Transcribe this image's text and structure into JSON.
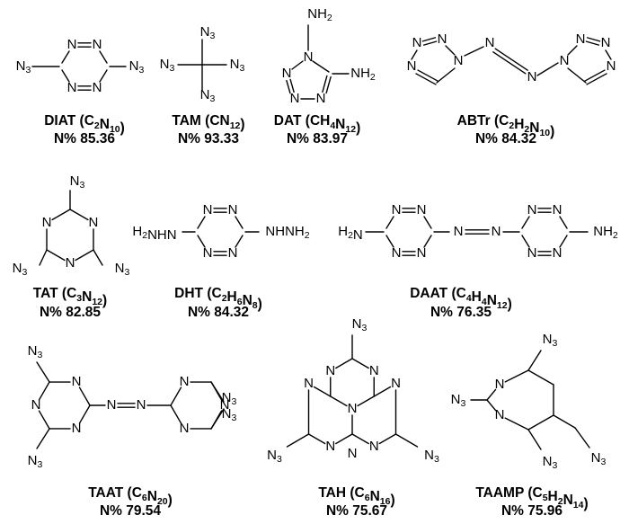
{
  "compounds": [
    {
      "abbr": "DIAT",
      "formula": [
        [
          "C",
          ""
        ],
        [
          "2",
          "s"
        ],
        [
          "N",
          ""
        ],
        [
          "10",
          "s"
        ]
      ],
      "percent": "N% 85.36"
    },
    {
      "abbr": "TAM",
      "formula": [
        [
          "CN",
          ""
        ],
        [
          "12",
          "s"
        ]
      ],
      "percent": "N% 93.33"
    },
    {
      "abbr": "DAT",
      "formula": [
        [
          "CH",
          ""
        ],
        [
          "4",
          "s"
        ],
        [
          "N",
          ""
        ],
        [
          "12",
          "s"
        ]
      ],
      "percent": "N% 83.97"
    },
    {
      "abbr": "ABTr",
      "formula": [
        [
          "C",
          ""
        ],
        [
          "2",
          "s"
        ],
        [
          "H",
          ""
        ],
        [
          "2",
          "s"
        ],
        [
          "N",
          ""
        ],
        [
          "10",
          "s"
        ]
      ],
      "percent": "N% 84.32"
    },
    {
      "abbr": "TAT",
      "formula": [
        [
          "C",
          ""
        ],
        [
          "3",
          "s"
        ],
        [
          "N",
          ""
        ],
        [
          "12",
          "s"
        ]
      ],
      "percent": "N% 82.85"
    },
    {
      "abbr": "DHT",
      "formula": [
        [
          "C",
          ""
        ],
        [
          "2",
          "s"
        ],
        [
          "H",
          ""
        ],
        [
          "6",
          "s"
        ],
        [
          "N",
          ""
        ],
        [
          "8",
          "s"
        ]
      ],
      "percent": "N% 84.32"
    },
    {
      "abbr": "DAAT",
      "formula": [
        [
          "C",
          ""
        ],
        [
          "4",
          "s"
        ],
        [
          "H",
          ""
        ],
        [
          "4",
          "s"
        ],
        [
          "N",
          ""
        ],
        [
          "12",
          "s"
        ]
      ],
      "percent": "N% 76.35"
    },
    {
      "abbr": "TAAT",
      "formula": [
        [
          "C",
          ""
        ],
        [
          "6",
          "s"
        ],
        [
          "N",
          ""
        ],
        [
          "20",
          "s"
        ]
      ],
      "percent": "N% 79.54"
    },
    {
      "abbr": "TAH",
      "formula": [
        [
          "C",
          ""
        ],
        [
          "6",
          "s"
        ],
        [
          "N",
          ""
        ],
        [
          "16",
          "s"
        ]
      ],
      "percent": "N% 75.67"
    },
    {
      "abbr": "TAAMP",
      "formula": [
        [
          "C",
          ""
        ],
        [
          "5",
          "s"
        ],
        [
          "H",
          ""
        ],
        [
          "2",
          "s"
        ],
        [
          "N",
          ""
        ],
        [
          "14",
          "s"
        ]
      ],
      "percent": "N% 75.96"
    }
  ],
  "labels": {
    "N": "N",
    "N3": [
      [
        "N",
        ""
      ],
      [
        "3",
        "s"
      ]
    ],
    "NH2": [
      [
        "NH",
        ""
      ],
      [
        "2",
        "s"
      ]
    ],
    "H2N": [
      [
        "H",
        ""
      ],
      [
        "2",
        "s"
      ],
      [
        "N",
        ""
      ]
    ],
    "H2NHN": [
      [
        "H",
        ""
      ],
      [
        "2",
        "s"
      ],
      [
        "NHN",
        ""
      ]
    ],
    "NHNH2": [
      [
        "NHNH",
        ""
      ],
      [
        "2",
        "s"
      ]
    ]
  }
}
